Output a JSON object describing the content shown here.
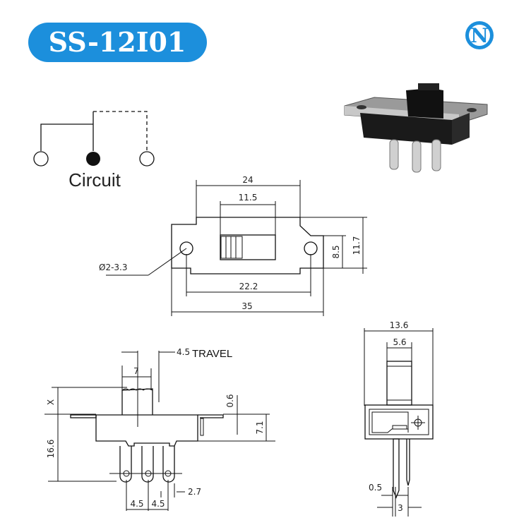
{
  "title": "SS-12I01",
  "logo_letter": "N",
  "colors": {
    "brand": "#1c8fdc",
    "line": "#111111"
  },
  "circuit_label": "Circuit",
  "top_view": {
    "overall_body": "24",
    "actuator": "11.5",
    "hole_spacing": "22.2",
    "overall_length": "35",
    "plate_height": "8.5",
    "overall_height": "11.7",
    "hole_dia": "Ø2-3.3"
  },
  "side_view": {
    "travel": "4.5",
    "travel_label": "TRAVEL",
    "actuator_width": "7",
    "actuator_height": "X",
    "plate_thickness": "0.6",
    "body_height": "7.1",
    "total_height": "16.6",
    "pin_pitch_1": "4.5",
    "pin_pitch_2": "4.5",
    "pin_width": "2.7"
  },
  "end_view": {
    "width": "13.6",
    "actuator_width": "5.6",
    "pin_thickness": "0.5",
    "pin_spacing": "3"
  }
}
